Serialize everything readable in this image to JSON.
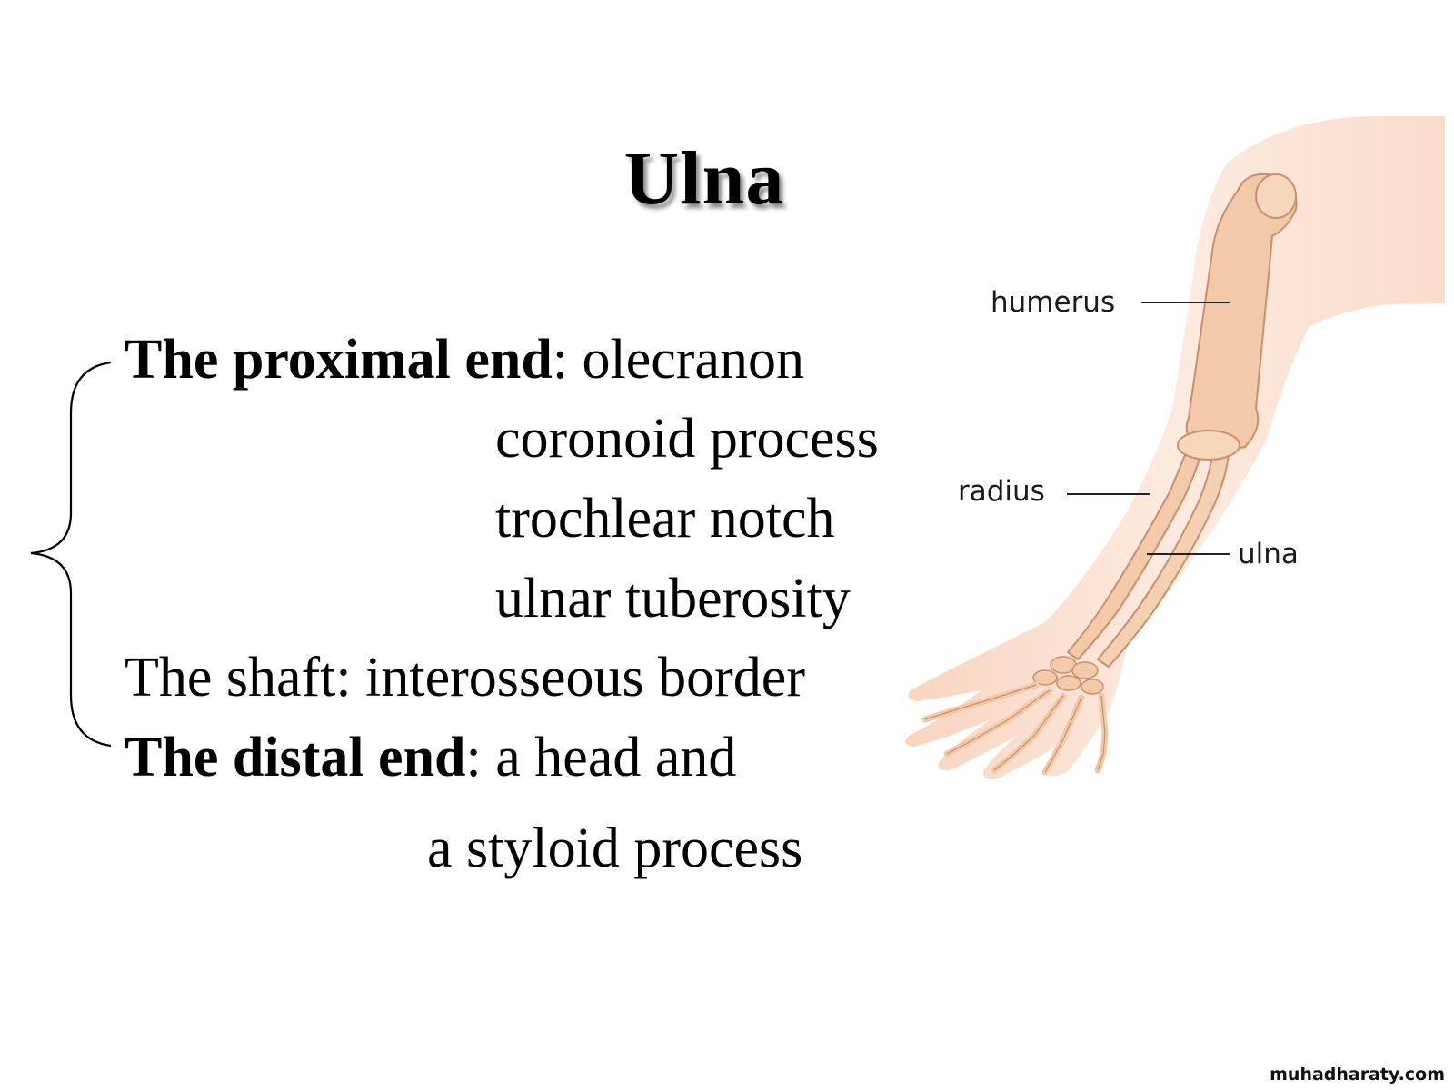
{
  "slide": {
    "title": "Ulna",
    "proximal": {
      "heading": "The proximal end",
      "sep": ": ",
      "first": "olecranon"
    },
    "proximal_items": [
      "coronoid process",
      "trochlear notch",
      "ulnar tuberosity"
    ],
    "shaft": "The shaft: interosseous border",
    "distal": {
      "heading": "The distal end",
      "sep": ": ",
      "first": "a head and",
      "second": "a styloid process"
    }
  },
  "figure": {
    "labels": {
      "humerus": "humerus",
      "radius": "radius",
      "ulna": "ulna"
    }
  },
  "watermark": "muhadharaty.com",
  "colors": {
    "skin": "#fbe3d6",
    "bone": "#f2c9a8",
    "bone_outline": "#c98f6c"
  }
}
